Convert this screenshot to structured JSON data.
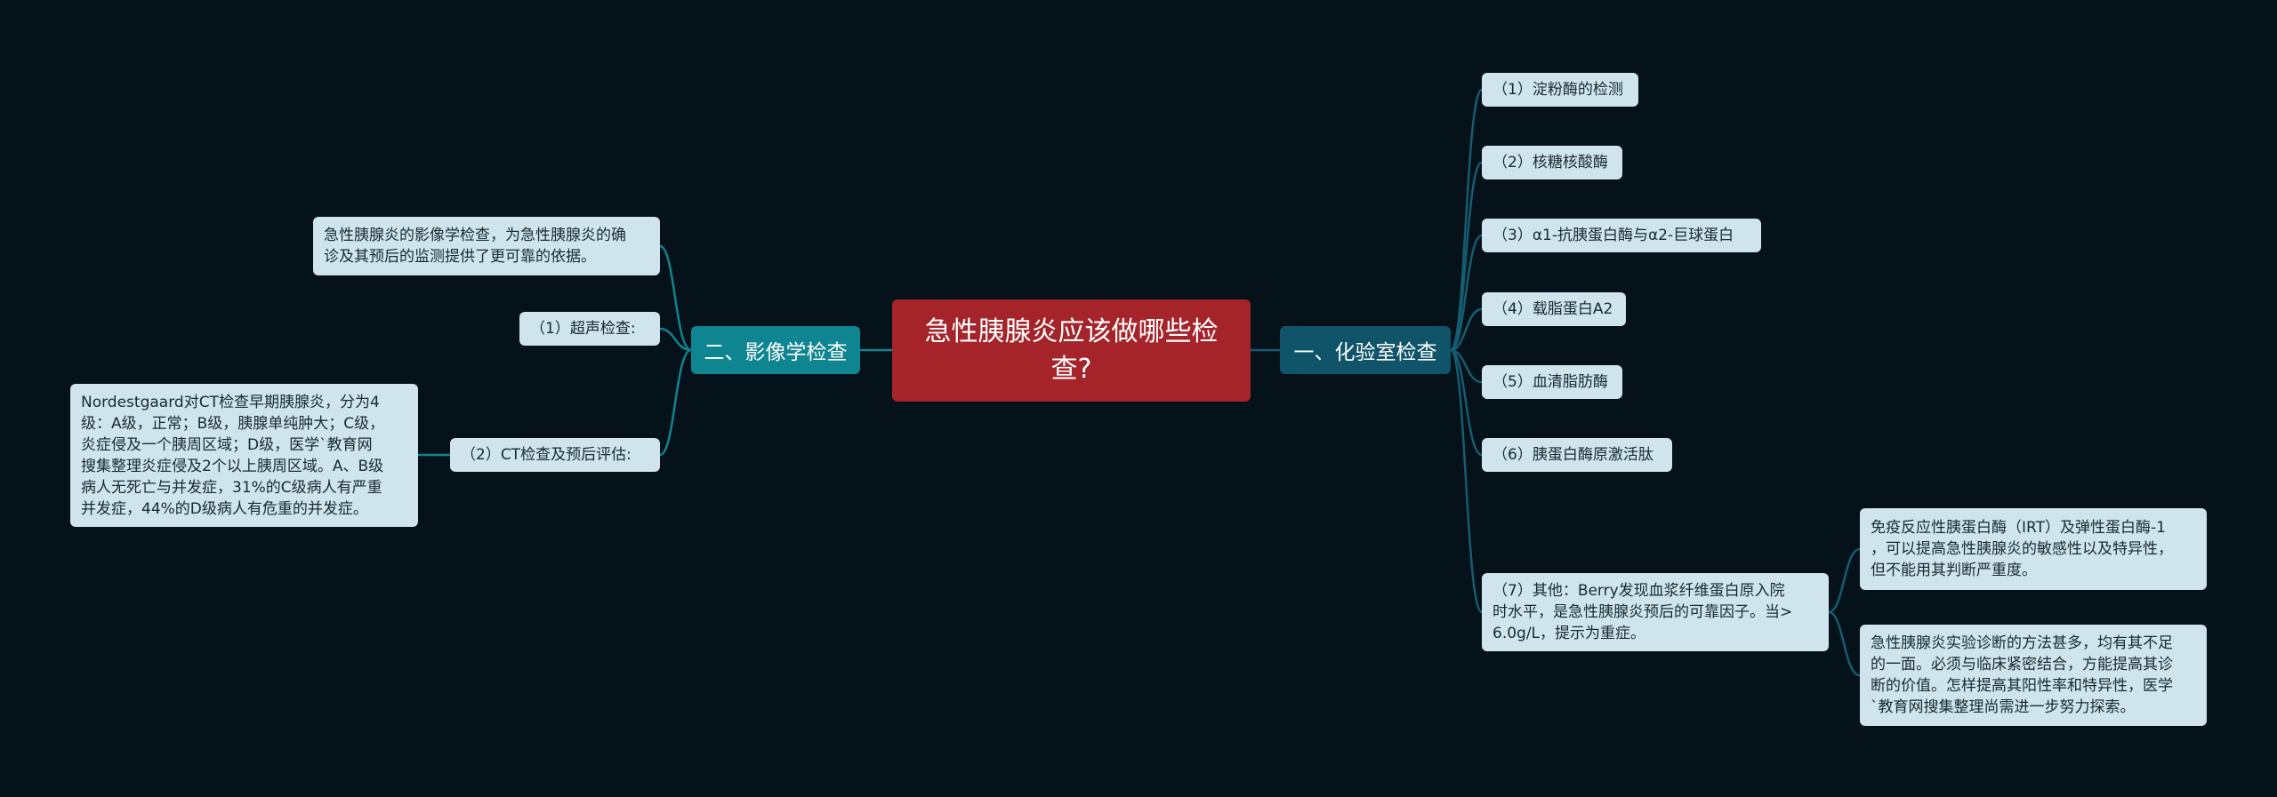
{
  "root": {
    "text": "急性胰腺炎应该做哪些检\n查?",
    "color": "#a4242a"
  },
  "branches": {
    "right": {
      "label": "一、化验室检查",
      "color": "#0f5469",
      "children": [
        "（1）淀粉酶的检测",
        "（2）核糖核酸酶",
        "（3）α1-抗胰蛋白酶与α2-巨球蛋白",
        "（4）载脂蛋白A2",
        "（5）血清脂肪酶",
        "（6）胰蛋白酶原激活肽",
        "（7）其他：Berry发现血浆纤维蛋白原入院\n时水平，是急性胰腺炎预后的可靠因子。当>\n6.0g/L，提示为重症。"
      ],
      "grandchildren": [
        "免疫反应性胰蛋白酶（IRT）及弹性蛋白酶-1\n，可以提高急性胰腺炎的敏感性以及特异性，\n但不能用其判断严重度。",
        "急性胰腺炎实验诊断的方法甚多，均有其不足\n的一面。必须与临床紧密结合，方能提高其诊\n断的价值。怎样提高其阳性率和特异性，医学\n`教育网搜集整理尚需进一步努力探索。"
      ]
    },
    "left": {
      "label": "二、影像学检查",
      "color": "#0e8590",
      "children": [
        "急性胰腺炎的影像学检查，为急性胰腺炎的确\n诊及其预后的监测提供了更可靠的依据。",
        "（1）超声检查:",
        "（2）CT检查及预后评估:"
      ],
      "grandchildren": [
        "Nordestgaard对CT检查早期胰腺炎，分为4\n级：A级，正常；B级，胰腺单纯肿大；C级，\n炎症侵及一个胰周区域；D级，医学`教育网\n搜集整理炎症侵及2个以上胰周区域。A、B级\n病人无死亡与并发症，31%的C级病人有严重\n并发症，44%的D级病人有危重的并发症。"
      ]
    }
  },
  "colors": {
    "background": "#06121a",
    "leaf_fill": "#cfe4ec",
    "connector_right": "#155c70",
    "connector_left": "#10838d"
  }
}
